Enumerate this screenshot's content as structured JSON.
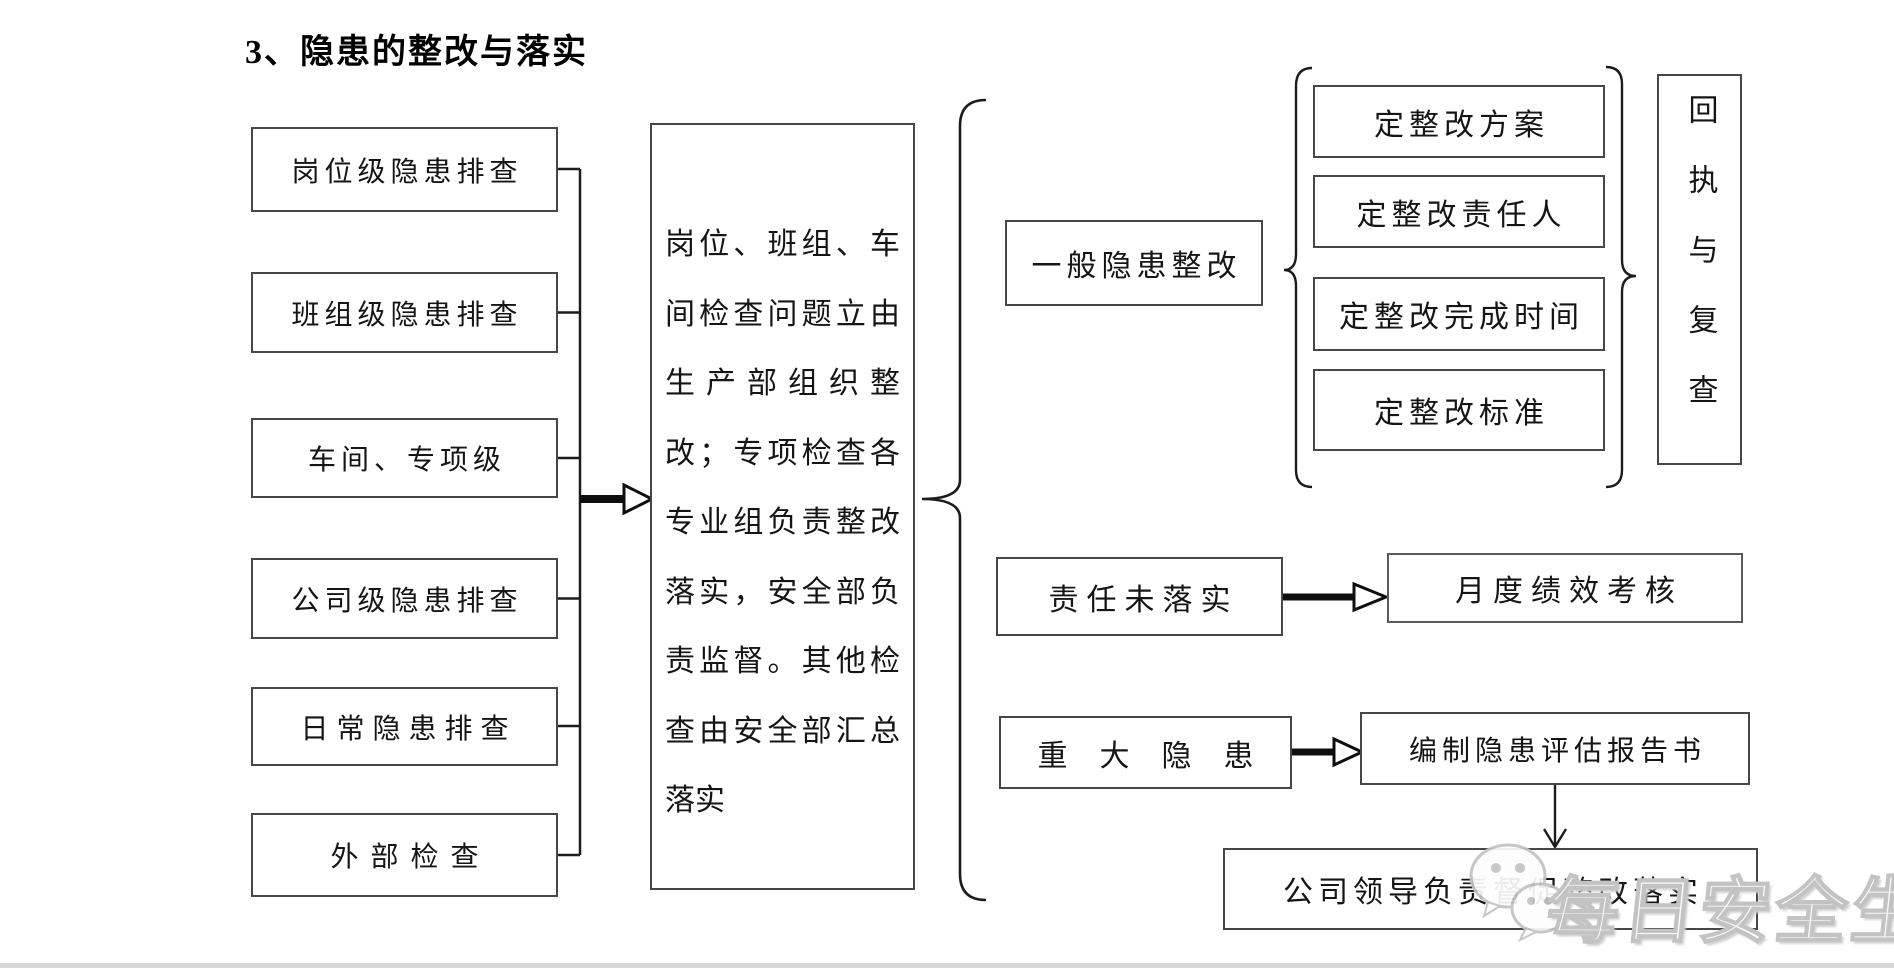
{
  "title": "3、隐患的整改与落实",
  "left_column": {
    "boxes": [
      {
        "label": "岗位级隐患排查"
      },
      {
        "label": "班组级隐患排查"
      },
      {
        "label": "车间、专项级"
      },
      {
        "label": "公司级隐患排查"
      },
      {
        "label": "日常隐患排查"
      },
      {
        "label": "外部检查"
      }
    ]
  },
  "middle_box": {
    "lines": [
      "岗位、班组、车",
      "间检查问题立由",
      "生产部组织整",
      "改；专项检查各",
      "专业组负责整改",
      "落实，安全部负",
      "责监督。其他检",
      "查由安全部汇总",
      "落实"
    ]
  },
  "general_rectification": {
    "label": "一般隐患整改"
  },
  "measures": {
    "boxes": [
      {
        "label": "定整改方案"
      },
      {
        "label": "定整改责任人"
      },
      {
        "label": "定整改完成时间"
      },
      {
        "label": "定整改标准"
      }
    ]
  },
  "receipt_review": {
    "label": "回执与复查"
  },
  "responsibility_unfulfilled": {
    "label": "责任未落实"
  },
  "monthly_assessment": {
    "label": "月度绩效考核"
  },
  "major_hazard": {
    "label": "重大隐患"
  },
  "report": {
    "label": "编制隐患评估报告书"
  },
  "leadership": {
    "label": "公司领导负责督促整改落实"
  },
  "watermark": {
    "text": "每日安全生产",
    "icon": "wechat-icon",
    "color": "#c6c6c6"
  }
}
